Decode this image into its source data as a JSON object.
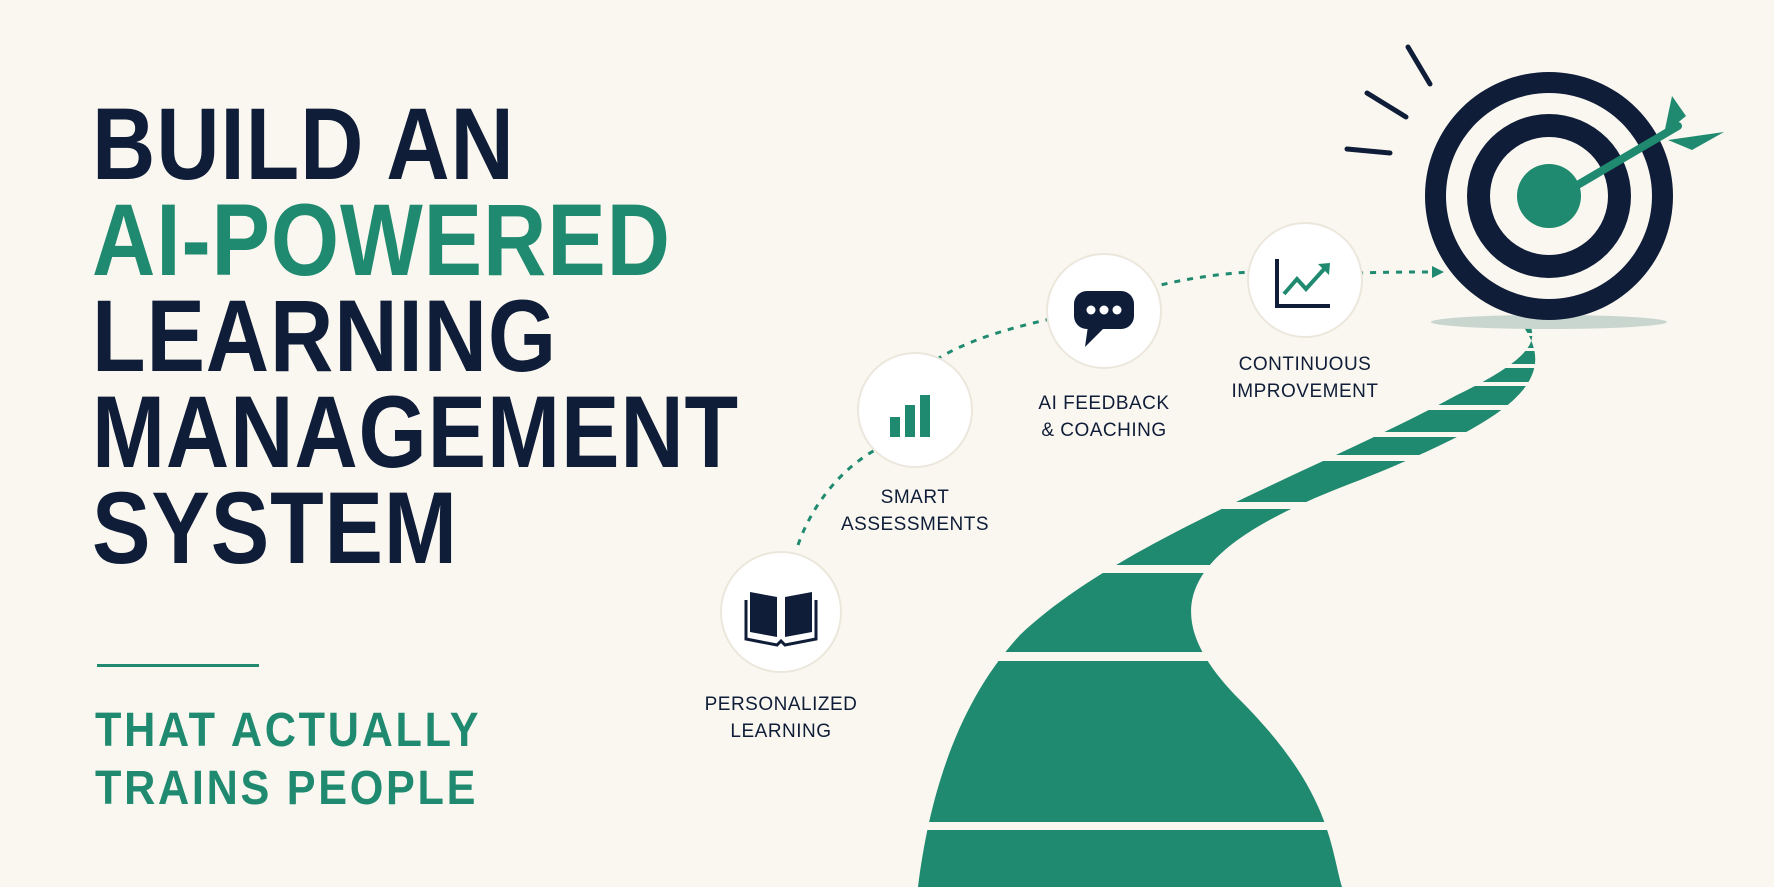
{
  "headline": {
    "line1": "BUILD AN",
    "line2": "AI-POWERED",
    "line3": "LEARNING",
    "line4": "MANAGEMENT",
    "line5": "SYSTEM"
  },
  "subtitle": {
    "line1": "THAT ACTUALLY",
    "line2": "TRAINS PEOPLE"
  },
  "steps": [
    {
      "icon": "open-book-icon",
      "line1": "PERSONALIZED",
      "line2": "LEARNING"
    },
    {
      "icon": "bar-chart-icon",
      "line1": "SMART",
      "line2": "ASSESSMENTS"
    },
    {
      "icon": "chat-bubble-icon",
      "line1": "AI FEEDBACK",
      "line2": "& COACHING"
    },
    {
      "icon": "trend-chart-icon",
      "line1": "CONTINUOUS",
      "line2": "IMPROVEMENT"
    }
  ],
  "goal_icon": "target-with-arrow-icon",
  "colors": {
    "background": "#faf7f0",
    "navy": "#0f1d38",
    "green": "#1f8a6f"
  }
}
